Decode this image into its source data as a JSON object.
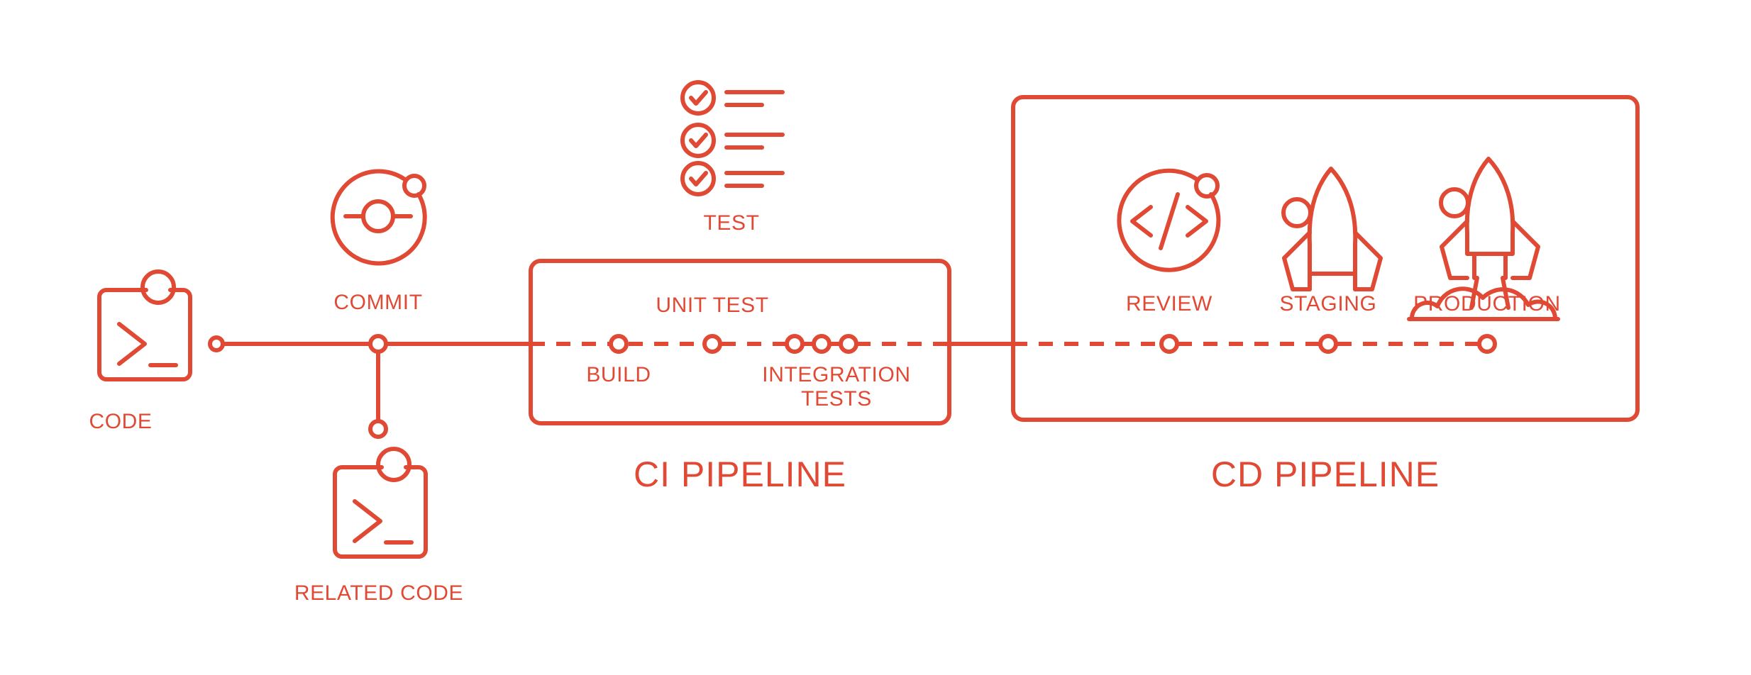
{
  "theme": {
    "accent": "#E04A35",
    "background": "#FFFFFF",
    "stroke_width": 6,
    "node_radius": 11
  },
  "diagram": {
    "type": "ci-cd-pipeline-flow",
    "title_ci": "CI PIPELINE",
    "title_cd": "CD PIPELINE"
  },
  "stages": {
    "code": {
      "label": "CODE",
      "icon": "terminal-code-icon"
    },
    "commit": {
      "label": "COMMIT",
      "icon": "commit-node-icon"
    },
    "related_code": {
      "label": "RELATED CODE",
      "icon": "terminal-code-icon"
    },
    "test": {
      "label": "TEST",
      "icon": "checklist-icon"
    },
    "build": {
      "label": "BUILD",
      "icon": "pipeline-node"
    },
    "unit_test": {
      "label": "UNIT TEST",
      "icon": "pipeline-node"
    },
    "integration_tests": {
      "label": "INTEGRATION TESTS",
      "icon": "pipeline-node-cluster"
    },
    "review": {
      "label": "REVIEW",
      "icon": "code-review-icon"
    },
    "staging": {
      "label": "STAGING",
      "icon": "rocket-idle-icon"
    },
    "production": {
      "label": "PRODUCTION",
      "icon": "rocket-launch-icon"
    }
  },
  "pipelines": [
    {
      "name": "ci",
      "title": "CI PIPELINE",
      "nodes": [
        "BUILD",
        "UNIT TEST",
        "INTEGRATION TESTS"
      ]
    },
    {
      "name": "cd",
      "title": "CD PIPELINE",
      "nodes": [
        "REVIEW",
        "STAGING",
        "PRODUCTION"
      ]
    }
  ]
}
